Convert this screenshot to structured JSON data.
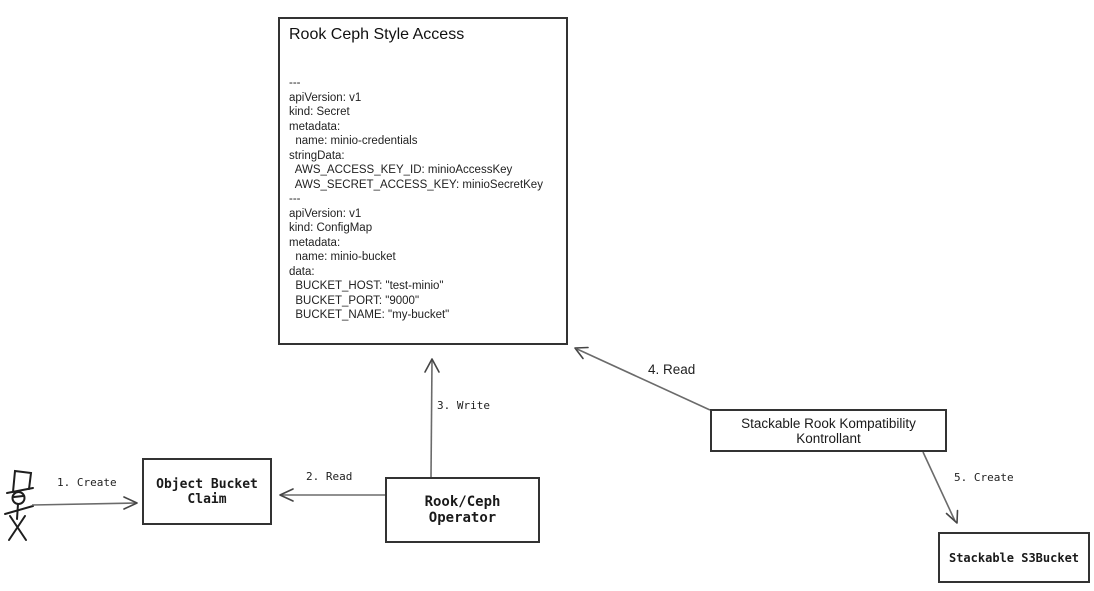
{
  "main_box": {
    "title": "Rook Ceph Style Access",
    "yaml_lines": [
      "---",
      "apiVersion: v1",
      "kind: Secret",
      "metadata:",
      "  name: minio-credentials",
      "stringData:",
      "  AWS_ACCESS_KEY_ID: minioAccessKey",
      "  AWS_SECRET_ACCESS_KEY: minioSecretKey",
      "---",
      "apiVersion: v1",
      "kind: ConfigMap",
      "metadata:",
      "  name: minio-bucket",
      "data:",
      "  BUCKET_HOST: \"test-minio\"",
      "  BUCKET_PORT: \"9000\"",
      "  BUCKET_NAME: \"my-bucket\""
    ]
  },
  "nodes": {
    "object_bucket_claim": "Object Bucket\nClaim",
    "rook_ceph_operator": "Rook/Ceph Operator",
    "stackable_rook_controller": "Stackable Rook Kompatibility Kontrollant",
    "stackable_s3_bucket": "Stackable S3Bucket"
  },
  "arrow_labels": {
    "create_obc": "1. Create",
    "read_obc": "2. Read",
    "write_config": "3. Write",
    "read_config": "4. Read",
    "create_s3": "5. Create"
  },
  "icons": {
    "actor": "stick-figure-user-icon"
  },
  "colors": {
    "box_border": "#333333",
    "arrow_shaft": "#6b6b6b",
    "arrow_head": "#454545",
    "text": "#1a1a1a",
    "background": "#ffffff"
  }
}
